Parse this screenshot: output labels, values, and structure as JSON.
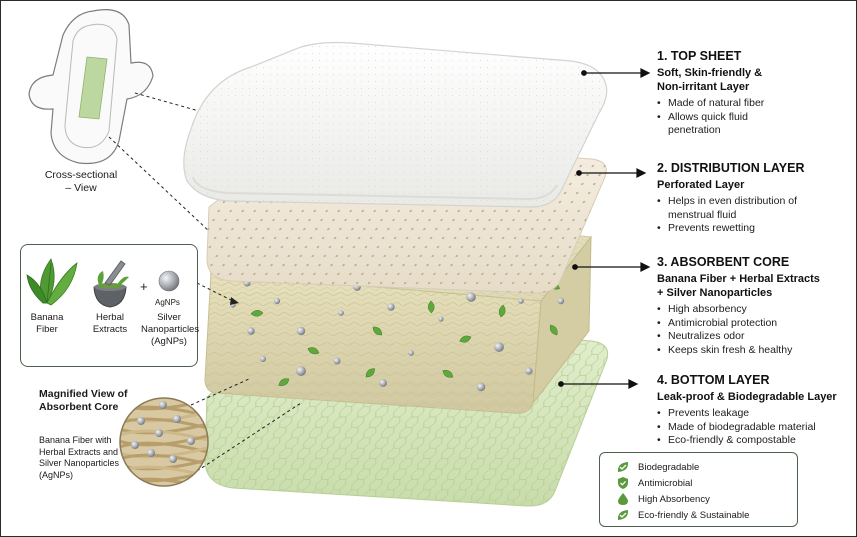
{
  "pad_view": {
    "caption": "Cross-sectional\n– View"
  },
  "layers": [
    {
      "title": "1. TOP SHEET",
      "subtitle": "Soft, Skin-friendly &\nNon-irritant Layer",
      "points": [
        "Made of natural fiber",
        "Allows quick fluid penetration"
      ]
    },
    {
      "title": "2. DISTRIBUTION LAYER",
      "subtitle": "Perforated Layer",
      "points": [
        "Helps in even distribution of menstrual fluid",
        "Prevents rewetting"
      ]
    },
    {
      "title": "3. ABSORBENT CORE",
      "subtitle": "Banana Fiber + Herbal Extracts\n+ Silver Nanoparticles",
      "points": [
        "High absorbency",
        "Antimicrobial protection",
        "Neutralizes odor",
        "Keeps skin fresh & healthy"
      ]
    },
    {
      "title": "4. BOTTOM LAYER",
      "subtitle": "Leak-proof & Biodegradable Layer",
      "points": [
        "Prevents leakage",
        "Made of biodegradable material",
        "Eco-friendly & compostable"
      ]
    }
  ],
  "ingredients": {
    "items": [
      {
        "label": "Banana\nFiber",
        "icon": "banana-leaf-icon"
      },
      {
        "label": "Herbal\nExtracts",
        "icon": "mortar-pestle-icon"
      },
      {
        "label": "Silver\nNanoparticles\n(AgNPs)",
        "icon": "silver-sphere-icon",
        "tag": "AgNPs"
      }
    ],
    "plus": "+"
  },
  "magnified": {
    "title": "Magnified View of\nAbsorbent Core",
    "caption": "Banana Fiber with\nHerbal Extracts and\nSilver Nanoparticles\n(AgNPs)"
  },
  "legend": {
    "items": [
      {
        "label": "Biodegradable",
        "icon": "leaf-check-icon"
      },
      {
        "label": "Antimicrobial",
        "icon": "shield-check-icon"
      },
      {
        "label": "High Absorbency",
        "icon": "droplet-icon"
      },
      {
        "label": "Eco-friendly & Sustainable",
        "icon": "leaf-check-icon"
      }
    ],
    "accent": "#5a9a3c"
  },
  "colors": {
    "top_sheet": "#f7f7f5",
    "distribution": "#efe6d6",
    "core": "#e8e3c4",
    "bottom": "#dcebc5",
    "leaf": "#5ea83e",
    "silver": "#a9adb1",
    "line": "#222222"
  }
}
